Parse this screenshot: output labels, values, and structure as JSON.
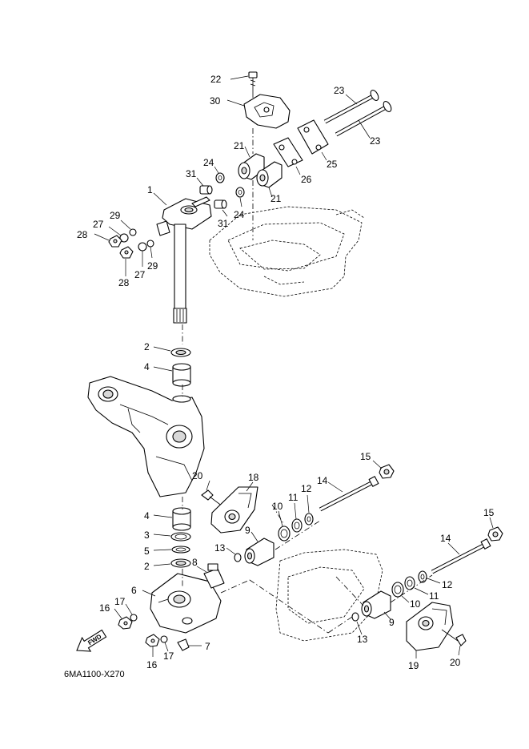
{
  "diagram": {
    "drawing_code": "6MA1100-X270",
    "fwd_label": "FWD",
    "callouts": [
      {
        "id": "c22a",
        "label": "22"
      },
      {
        "id": "c30",
        "label": "30"
      },
      {
        "id": "c23a",
        "label": "23"
      },
      {
        "id": "c23b",
        "label": "23"
      },
      {
        "id": "c21a",
        "label": "21"
      },
      {
        "id": "c21b",
        "label": "21"
      },
      {
        "id": "c24a",
        "label": "24"
      },
      {
        "id": "c24b",
        "label": "24"
      },
      {
        "id": "c25",
        "label": "25"
      },
      {
        "id": "c26",
        "label": "26"
      },
      {
        "id": "c31a",
        "label": "31"
      },
      {
        "id": "c31b",
        "label": "31"
      },
      {
        "id": "c1",
        "label": "1"
      },
      {
        "id": "c29a",
        "label": "29"
      },
      {
        "id": "c29b",
        "label": "29"
      },
      {
        "id": "c27a",
        "label": "27"
      },
      {
        "id": "c27b",
        "label": "27"
      },
      {
        "id": "c28a",
        "label": "28"
      },
      {
        "id": "c28b",
        "label": "28"
      },
      {
        "id": "c2a",
        "label": "2"
      },
      {
        "id": "c4a",
        "label": "4"
      },
      {
        "id": "c15a",
        "label": "15"
      },
      {
        "id": "c15b",
        "label": "15"
      },
      {
        "id": "c14a",
        "label": "14"
      },
      {
        "id": "c14b",
        "label": "14"
      },
      {
        "id": "c20a",
        "label": "20"
      },
      {
        "id": "c20b",
        "label": "20"
      },
      {
        "id": "c18",
        "label": "18"
      },
      {
        "id": "c12a",
        "label": "12"
      },
      {
        "id": "c12b",
        "label": "12"
      },
      {
        "id": "c11a",
        "label": "11"
      },
      {
        "id": "c11b",
        "label": "11"
      },
      {
        "id": "c10a",
        "label": "10"
      },
      {
        "id": "c10b",
        "label": "10"
      },
      {
        "id": "c4b",
        "label": "4"
      },
      {
        "id": "c3",
        "label": "3"
      },
      {
        "id": "c5",
        "label": "5"
      },
      {
        "id": "c2b",
        "label": "2"
      },
      {
        "id": "c9a",
        "label": "9"
      },
      {
        "id": "c9b",
        "label": "9"
      },
      {
        "id": "c13a",
        "label": "13"
      },
      {
        "id": "c13b",
        "label": "13"
      },
      {
        "id": "c8",
        "label": "8"
      },
      {
        "id": "c6",
        "label": "6"
      },
      {
        "id": "c16a",
        "label": "16"
      },
      {
        "id": "c16b",
        "label": "16"
      },
      {
        "id": "c17a",
        "label": "17"
      },
      {
        "id": "c17b",
        "label": "17"
      },
      {
        "id": "c7",
        "label": "7"
      },
      {
        "id": "c19",
        "label": "19"
      }
    ]
  }
}
